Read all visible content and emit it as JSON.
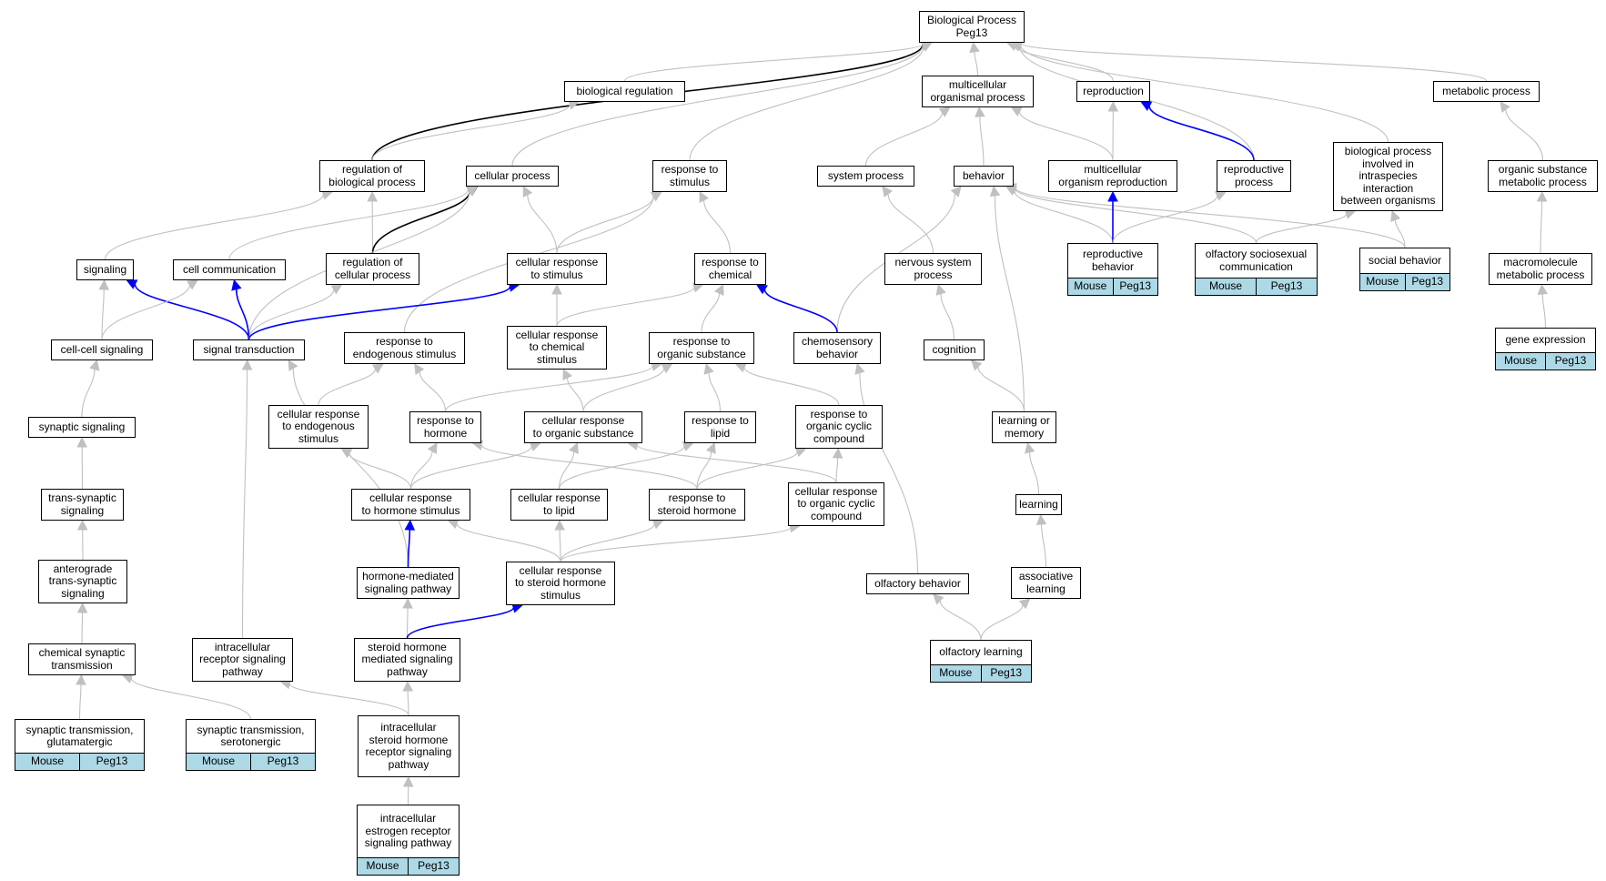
{
  "colors": {
    "edge_default": "#c0c0c0",
    "edge_blue": "#0000ff",
    "edge_black": "#000000",
    "annotation_fill": "#add8e6"
  },
  "nodes": [
    {
      "id": "bp",
      "label": "Biological Process\nPeg13"
    },
    {
      "id": "bioreg",
      "label": "biological regulation"
    },
    {
      "id": "multicell",
      "label": "multicellular\norganismal process"
    },
    {
      "id": "repro",
      "label": "reproduction"
    },
    {
      "id": "metab",
      "label": "metabolic process"
    },
    {
      "id": "regbio",
      "label": "regulation of\nbiological process"
    },
    {
      "id": "cellproc",
      "label": "cellular process"
    },
    {
      "id": "respstim",
      "label": "response to\nstimulus"
    },
    {
      "id": "sysproc",
      "label": "system process"
    },
    {
      "id": "behavior",
      "label": "behavior"
    },
    {
      "id": "mcrepro",
      "label": "multicellular\norganism reproduction"
    },
    {
      "id": "reproproc",
      "label": "reproductive\nprocess"
    },
    {
      "id": "bpintra",
      "label": "biological process\ninvolved in\nintraspecies\ninteraction\nbetween organisms"
    },
    {
      "id": "orgsub",
      "label": "organic substance\nmetabolic process"
    },
    {
      "id": "signaling",
      "label": "signaling"
    },
    {
      "id": "cellcomm",
      "label": "cell communication"
    },
    {
      "id": "regcell",
      "label": "regulation of\ncellular process"
    },
    {
      "id": "cellrespstim",
      "label": "cellular response\nto stimulus"
    },
    {
      "id": "respchem",
      "label": "response to\nchemical"
    },
    {
      "id": "nervsys",
      "label": "nervous system\nprocess"
    },
    {
      "id": "reprobeh",
      "label": "reproductive\nbehavior",
      "tags": [
        "Mouse",
        "Peg13"
      ]
    },
    {
      "id": "olfsocio",
      "label": "olfactory sociosexual\ncommunication",
      "tags": [
        "Mouse",
        "Peg13"
      ]
    },
    {
      "id": "socbeh",
      "label": "social behavior",
      "tags": [
        "Mouse",
        "Peg13"
      ]
    },
    {
      "id": "macro",
      "label": "macromolecule\nmetabolic process"
    },
    {
      "id": "cellcell",
      "label": "cell-cell signaling"
    },
    {
      "id": "sigtrans",
      "label": "signal transduction"
    },
    {
      "id": "respendo",
      "label": "response to\nendogenous stimulus"
    },
    {
      "id": "cellrespchem",
      "label": "cellular response\nto chemical\nstimulus"
    },
    {
      "id": "resporg",
      "label": "response to\norganic substance"
    },
    {
      "id": "chemobeh",
      "label": "chemosensory\nbehavior"
    },
    {
      "id": "cognition",
      "label": "cognition"
    },
    {
      "id": "geneexp",
      "label": "gene expression",
      "tags": [
        "Mouse",
        "Peg13"
      ]
    },
    {
      "id": "synsig",
      "label": "synaptic signaling"
    },
    {
      "id": "cellrespendo",
      "label": "cellular response\nto endogenous\nstimulus"
    },
    {
      "id": "resphorm",
      "label": "response to\nhormone"
    },
    {
      "id": "cellresporg",
      "label": "cellular response\nto organic substance"
    },
    {
      "id": "resplipid",
      "label": "response to\nlipid"
    },
    {
      "id": "resporgcyc",
      "label": "response to\norganic cyclic\ncompound"
    },
    {
      "id": "learnmem",
      "label": "learning or\nmemory"
    },
    {
      "id": "transsyn",
      "label": "trans-synaptic\nsignaling"
    },
    {
      "id": "cellresphorm",
      "label": "cellular response\nto hormone stimulus"
    },
    {
      "id": "cellresplipid",
      "label": "cellular response\nto lipid"
    },
    {
      "id": "respster",
      "label": "response to\nsteroid hormone"
    },
    {
      "id": "cellresporgcyc",
      "label": "cellular response\nto organic cyclic\ncompound"
    },
    {
      "id": "learning",
      "label": "learning"
    },
    {
      "id": "antero",
      "label": "anterograde\ntrans-synaptic\nsignaling"
    },
    {
      "id": "hormmed",
      "label": "hormone-mediated\nsignaling pathway"
    },
    {
      "id": "cellrespster",
      "label": "cellular response\nto steroid hormone\nstimulus"
    },
    {
      "id": "olfbeh",
      "label": "olfactory behavior"
    },
    {
      "id": "assoc",
      "label": "associative\nlearning"
    },
    {
      "id": "chemsyn",
      "label": "chemical synaptic\ntransmission"
    },
    {
      "id": "intrarec",
      "label": "intracellular\nreceptor signaling\npathway"
    },
    {
      "id": "stermed",
      "label": "steroid hormone\nmediated signaling\npathway"
    },
    {
      "id": "olflearn",
      "label": "olfactory learning",
      "tags": [
        "Mouse",
        "Peg13"
      ]
    },
    {
      "id": "synglut",
      "label": "synaptic transmission,\nglutamatergic",
      "tags": [
        "Mouse",
        "Peg13"
      ]
    },
    {
      "id": "synsero",
      "label": "synaptic transmission,\nserotonergic",
      "tags": [
        "Mouse",
        "Peg13"
      ]
    },
    {
      "id": "intrasterrec",
      "label": "intracellular\nsteroid hormone\nreceptor signaling\npathway"
    },
    {
      "id": "intraestro",
      "label": "intracellular\nestrogen receptor\nsignaling pathway",
      "tags": [
        "Mouse",
        "Peg13"
      ]
    }
  ],
  "edges": [
    {
      "from": "regbio",
      "to": "bp",
      "kind": "black"
    },
    {
      "from": "bioreg",
      "to": "bp",
      "kind": "gray"
    },
    {
      "from": "multicell",
      "to": "bp",
      "kind": "gray"
    },
    {
      "from": "repro",
      "to": "bp",
      "kind": "gray"
    },
    {
      "from": "metab",
      "to": "bp",
      "kind": "gray"
    },
    {
      "from": "cellproc",
      "to": "bp",
      "kind": "gray"
    },
    {
      "from": "respstim",
      "to": "bp",
      "kind": "gray"
    },
    {
      "from": "reproproc",
      "to": "bp",
      "kind": "gray"
    },
    {
      "from": "bpintra",
      "to": "bp",
      "kind": "gray"
    },
    {
      "from": "regbio",
      "to": "bioreg",
      "kind": "gray"
    },
    {
      "from": "sysproc",
      "to": "multicell",
      "kind": "gray"
    },
    {
      "from": "behavior",
      "to": "multicell",
      "kind": "gray"
    },
    {
      "from": "mcrepro",
      "to": "multicell",
      "kind": "gray"
    },
    {
      "from": "mcrepro",
      "to": "repro",
      "kind": "gray"
    },
    {
      "from": "reproproc",
      "to": "repro",
      "kind": "blue"
    },
    {
      "from": "orgsub",
      "to": "metab",
      "kind": "gray"
    },
    {
      "from": "signaling",
      "to": "regbio",
      "kind": "gray"
    },
    {
      "from": "regcell",
      "to": "regbio",
      "kind": "gray"
    },
    {
      "from": "regcell",
      "to": "cellproc",
      "kind": "black"
    },
    {
      "from": "cellcomm",
      "to": "cellproc",
      "kind": "gray"
    },
    {
      "from": "cellrespstim",
      "to": "cellproc",
      "kind": "gray"
    },
    {
      "from": "sigtrans",
      "to": "cellproc",
      "kind": "gray"
    },
    {
      "from": "cellrespstim",
      "to": "respstim",
      "kind": "gray"
    },
    {
      "from": "respchem",
      "to": "respstim",
      "kind": "gray"
    },
    {
      "from": "respendo",
      "to": "respstim",
      "kind": "gray"
    },
    {
      "from": "nervsys",
      "to": "sysproc",
      "kind": "gray"
    },
    {
      "from": "reprobeh",
      "to": "behavior",
      "kind": "gray"
    },
    {
      "from": "olfsocio",
      "to": "behavior",
      "kind": "gray"
    },
    {
      "from": "socbeh",
      "to": "behavior",
      "kind": "gray"
    },
    {
      "from": "chemobeh",
      "to": "behavior",
      "kind": "gray"
    },
    {
      "from": "learnmem",
      "to": "behavior",
      "kind": "gray"
    },
    {
      "from": "reprobeh",
      "to": "mcrepro",
      "kind": "blue"
    },
    {
      "from": "reprobeh",
      "to": "reproproc",
      "kind": "gray"
    },
    {
      "from": "olfsocio",
      "to": "bpintra",
      "kind": "gray"
    },
    {
      "from": "socbeh",
      "to": "bpintra",
      "kind": "gray"
    },
    {
      "from": "macro",
      "to": "orgsub",
      "kind": "gray"
    },
    {
      "from": "cellcell",
      "to": "signaling",
      "kind": "gray"
    },
    {
      "from": "sigtrans",
      "to": "signaling",
      "kind": "blue"
    },
    {
      "from": "cellcell",
      "to": "cellcomm",
      "kind": "gray"
    },
    {
      "from": "sigtrans",
      "to": "cellcomm",
      "kind": "blue"
    },
    {
      "from": "sigtrans",
      "to": "regcell",
      "kind": "gray"
    },
    {
      "from": "sigtrans",
      "to": "cellrespstim",
      "kind": "blue"
    },
    {
      "from": "cellrespchem",
      "to": "cellrespstim",
      "kind": "gray"
    },
    {
      "from": "cellrespchem",
      "to": "respchem",
      "kind": "gray"
    },
    {
      "from": "resporg",
      "to": "respchem",
      "kind": "gray"
    },
    {
      "from": "chemobeh",
      "to": "respchem",
      "kind": "blue"
    },
    {
      "from": "cognition",
      "to": "nervsys",
      "kind": "gray"
    },
    {
      "from": "geneexp",
      "to": "macro",
      "kind": "gray"
    },
    {
      "from": "synsig",
      "to": "cellcell",
      "kind": "gray"
    },
    {
      "from": "intrarec",
      "to": "sigtrans",
      "kind": "gray"
    },
    {
      "from": "hormmed",
      "to": "sigtrans",
      "kind": "gray"
    },
    {
      "from": "cellrespendo",
      "to": "respendo",
      "kind": "gray"
    },
    {
      "from": "resphorm",
      "to": "respendo",
      "kind": "gray"
    },
    {
      "from": "cellresporg",
      "to": "cellrespchem",
      "kind": "gray"
    },
    {
      "from": "resphorm",
      "to": "resporg",
      "kind": "gray"
    },
    {
      "from": "cellresporg",
      "to": "resporg",
      "kind": "gray"
    },
    {
      "from": "resplipid",
      "to": "resporg",
      "kind": "gray"
    },
    {
      "from": "resporgcyc",
      "to": "resporg",
      "kind": "gray"
    },
    {
      "from": "olfbeh",
      "to": "chemobeh",
      "kind": "gray"
    },
    {
      "from": "learnmem",
      "to": "cognition",
      "kind": "gray"
    },
    {
      "from": "transsyn",
      "to": "synsig",
      "kind": "gray"
    },
    {
      "from": "cellresphorm",
      "to": "cellrespendo",
      "kind": "gray"
    },
    {
      "from": "cellresphorm",
      "to": "resphorm",
      "kind": "gray"
    },
    {
      "from": "respster",
      "to": "resphorm",
      "kind": "gray"
    },
    {
      "from": "cellresphorm",
      "to": "cellresporg",
      "kind": "gray"
    },
    {
      "from": "cellresplipid",
      "to": "cellresporg",
      "kind": "gray"
    },
    {
      "from": "cellresporgcyc",
      "to": "cellresporg",
      "kind": "gray"
    },
    {
      "from": "cellresplipid",
      "to": "resplipid",
      "kind": "gray"
    },
    {
      "from": "respster",
      "to": "resplipid",
      "kind": "gray"
    },
    {
      "from": "respster",
      "to": "resporgcyc",
      "kind": "gray"
    },
    {
      "from": "cellresporgcyc",
      "to": "resporgcyc",
      "kind": "gray"
    },
    {
      "from": "learning",
      "to": "learnmem",
      "kind": "gray"
    },
    {
      "from": "antero",
      "to": "transsyn",
      "kind": "gray"
    },
    {
      "from": "hormmed",
      "to": "cellresphorm",
      "kind": "blue"
    },
    {
      "from": "cellrespster",
      "to": "cellresphorm",
      "kind": "gray"
    },
    {
      "from": "cellrespster",
      "to": "cellresplipid",
      "kind": "gray"
    },
    {
      "from": "cellrespster",
      "to": "respster",
      "kind": "gray"
    },
    {
      "from": "cellrespster",
      "to": "cellresporgcyc",
      "kind": "gray"
    },
    {
      "from": "assoc",
      "to": "learning",
      "kind": "gray"
    },
    {
      "from": "chemsyn",
      "to": "antero",
      "kind": "gray"
    },
    {
      "from": "stermed",
      "to": "hormmed",
      "kind": "gray"
    },
    {
      "from": "stermed",
      "to": "cellrespster",
      "kind": "blue"
    },
    {
      "from": "olflearn",
      "to": "olfbeh",
      "kind": "gray"
    },
    {
      "from": "olflearn",
      "to": "assoc",
      "kind": "gray"
    },
    {
      "from": "synglut",
      "to": "chemsyn",
      "kind": "gray"
    },
    {
      "from": "synsero",
      "to": "chemsyn",
      "kind": "gray"
    },
    {
      "from": "intrasterrec",
      "to": "intrarec",
      "kind": "gray"
    },
    {
      "from": "intrasterrec",
      "to": "stermed",
      "kind": "gray"
    },
    {
      "from": "intraestro",
      "to": "intrasterrec",
      "kind": "gray"
    }
  ]
}
